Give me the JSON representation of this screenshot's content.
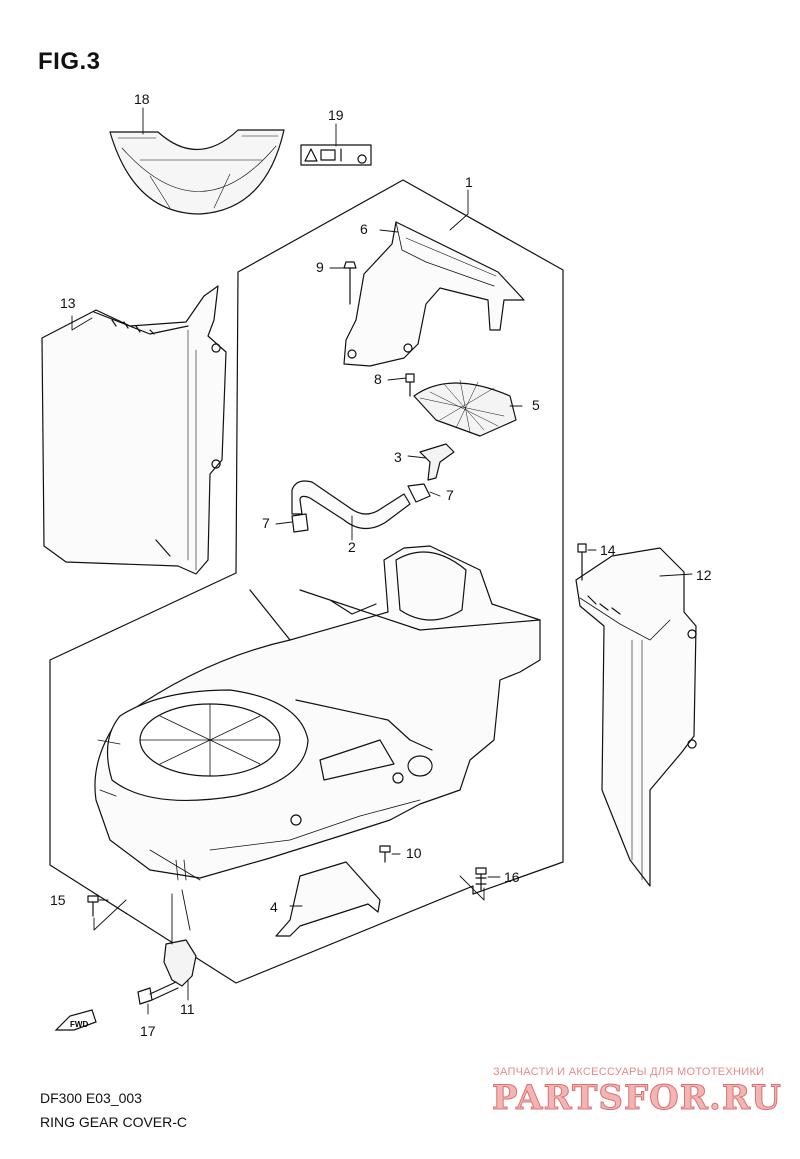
{
  "figure_label": "FIG.3",
  "model_code": "DF300 E03_003",
  "assembly_title": "RING GEAR COVER-C",
  "fwd_arrow_text": "FWD",
  "watermark": {
    "tagline": "ЗАПЧАСТИ И АКСЕССУАРЫ ДЛЯ МОТОТЕХНИКИ",
    "logo_text": "PARTSFOR.RU"
  },
  "callouts": {
    "c1": "1",
    "c2": "2",
    "c3": "3",
    "c4": "4",
    "c5": "5",
    "c6": "6",
    "c7a": "7",
    "c7b": "7",
    "c8": "8",
    "c9": "9",
    "c10": "10",
    "c11": "11",
    "c12": "12",
    "c13": "13",
    "c14": "14",
    "c15": "15",
    "c16": "16",
    "c17": "17",
    "c18": "18",
    "c19": "19"
  }
}
